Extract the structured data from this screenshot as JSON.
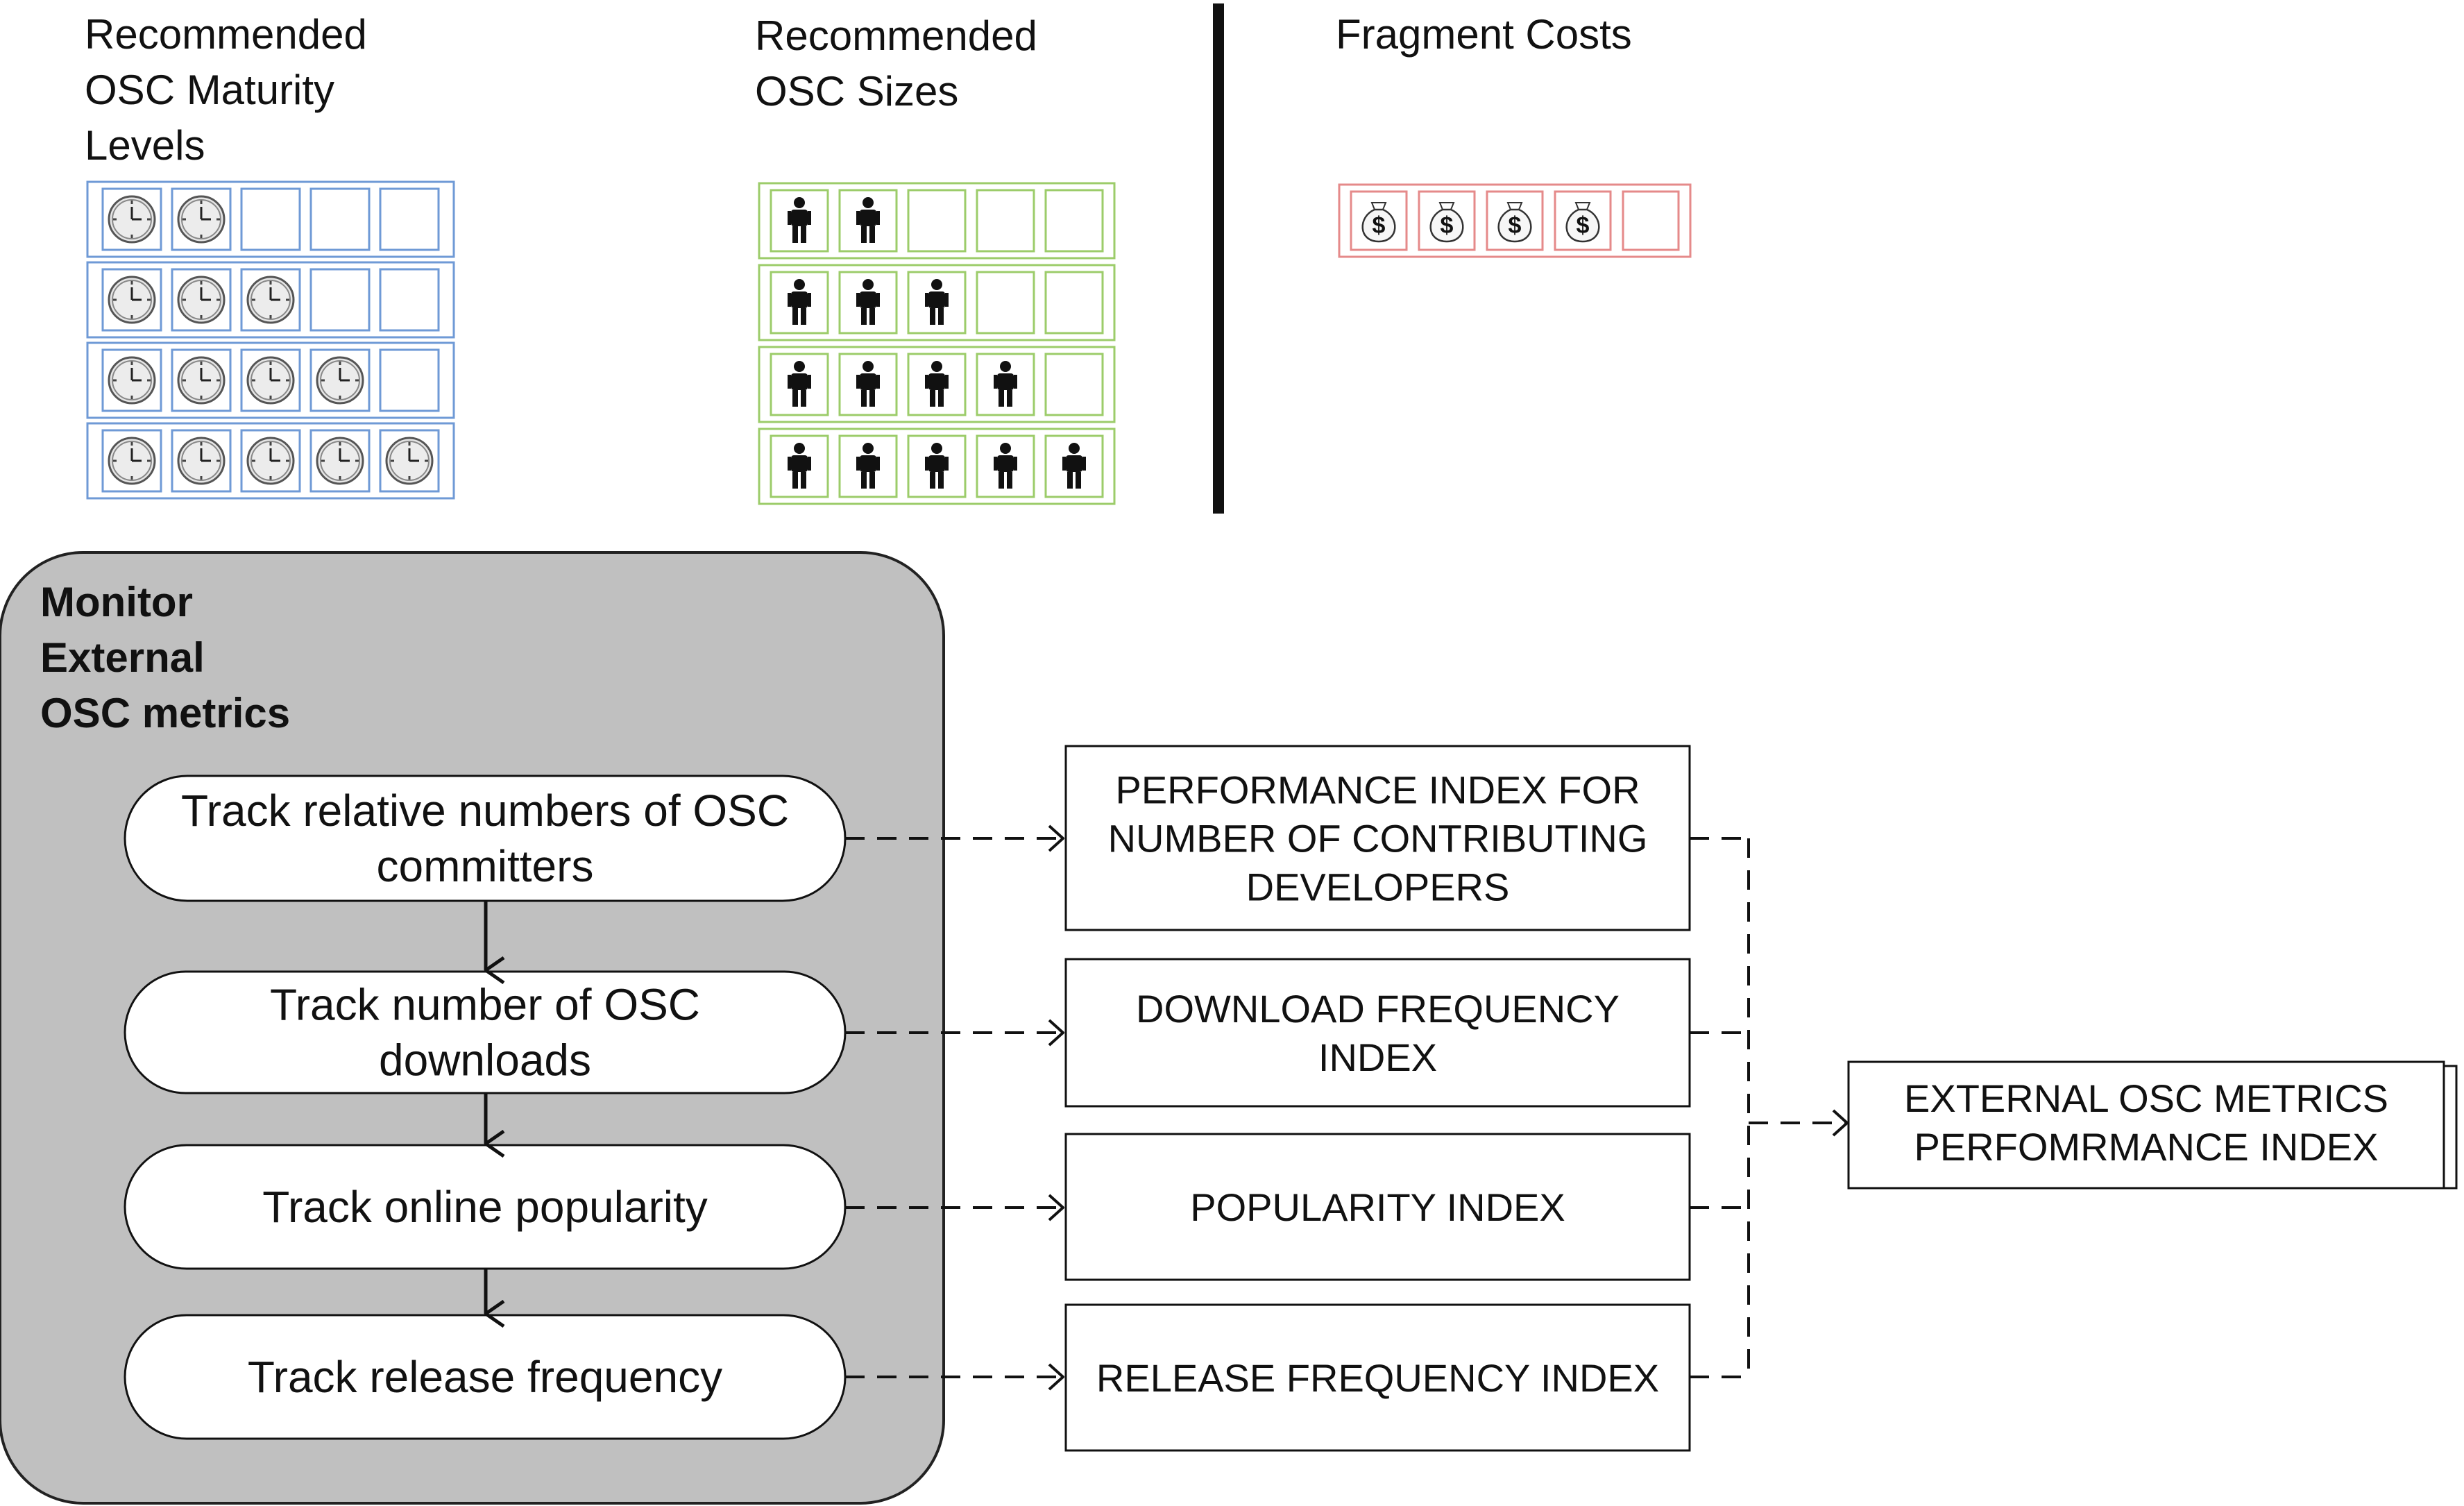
{
  "legend": {
    "maturity": {
      "title": [
        "Recommended",
        "OSC Maturity",
        "Levels"
      ],
      "rows": [
        2,
        3,
        4,
        5
      ],
      "slots": 5,
      "icon": "clock-icon",
      "color": "#6f9ad6"
    },
    "sizes": {
      "title": [
        "Recommended",
        "OSC Sizes"
      ],
      "rows": [
        2,
        3,
        4,
        5
      ],
      "slots": 5,
      "icon": "person-icon",
      "color": "#9ccc6a"
    },
    "costs": {
      "title": [
        "Fragment Costs"
      ],
      "rows": [
        4
      ],
      "slots": 5,
      "icon": "money-bag-icon",
      "color": "#e58a8a"
    }
  },
  "monitor": {
    "title": [
      "Monitor",
      "External",
      "OSC metrics"
    ],
    "fill": "#c0c0c0",
    "steps": [
      {
        "lines": [
          "Track relative numbers of OSC",
          "committers"
        ]
      },
      {
        "lines": [
          "Track number of OSC",
          "downloads"
        ]
      },
      {
        "lines": [
          "Track online popularity"
        ]
      },
      {
        "lines": [
          "Track release frequency"
        ]
      }
    ]
  },
  "indices": [
    {
      "lines": [
        "PERFORMANCE INDEX FOR",
        "NUMBER OF CONTRIBUTING",
        "DEVELOPERS"
      ]
    },
    {
      "lines": [
        "DOWNLOAD FREQUENCY",
        "INDEX"
      ]
    },
    {
      "lines": [
        "POPULARITY INDEX"
      ]
    },
    {
      "lines": [
        "RELEASE FREQUENCY INDEX"
      ]
    }
  ],
  "result": {
    "lines": [
      "EXTERNAL  OSC METRICS",
      "PERFOMRMANCE INDEX"
    ]
  }
}
